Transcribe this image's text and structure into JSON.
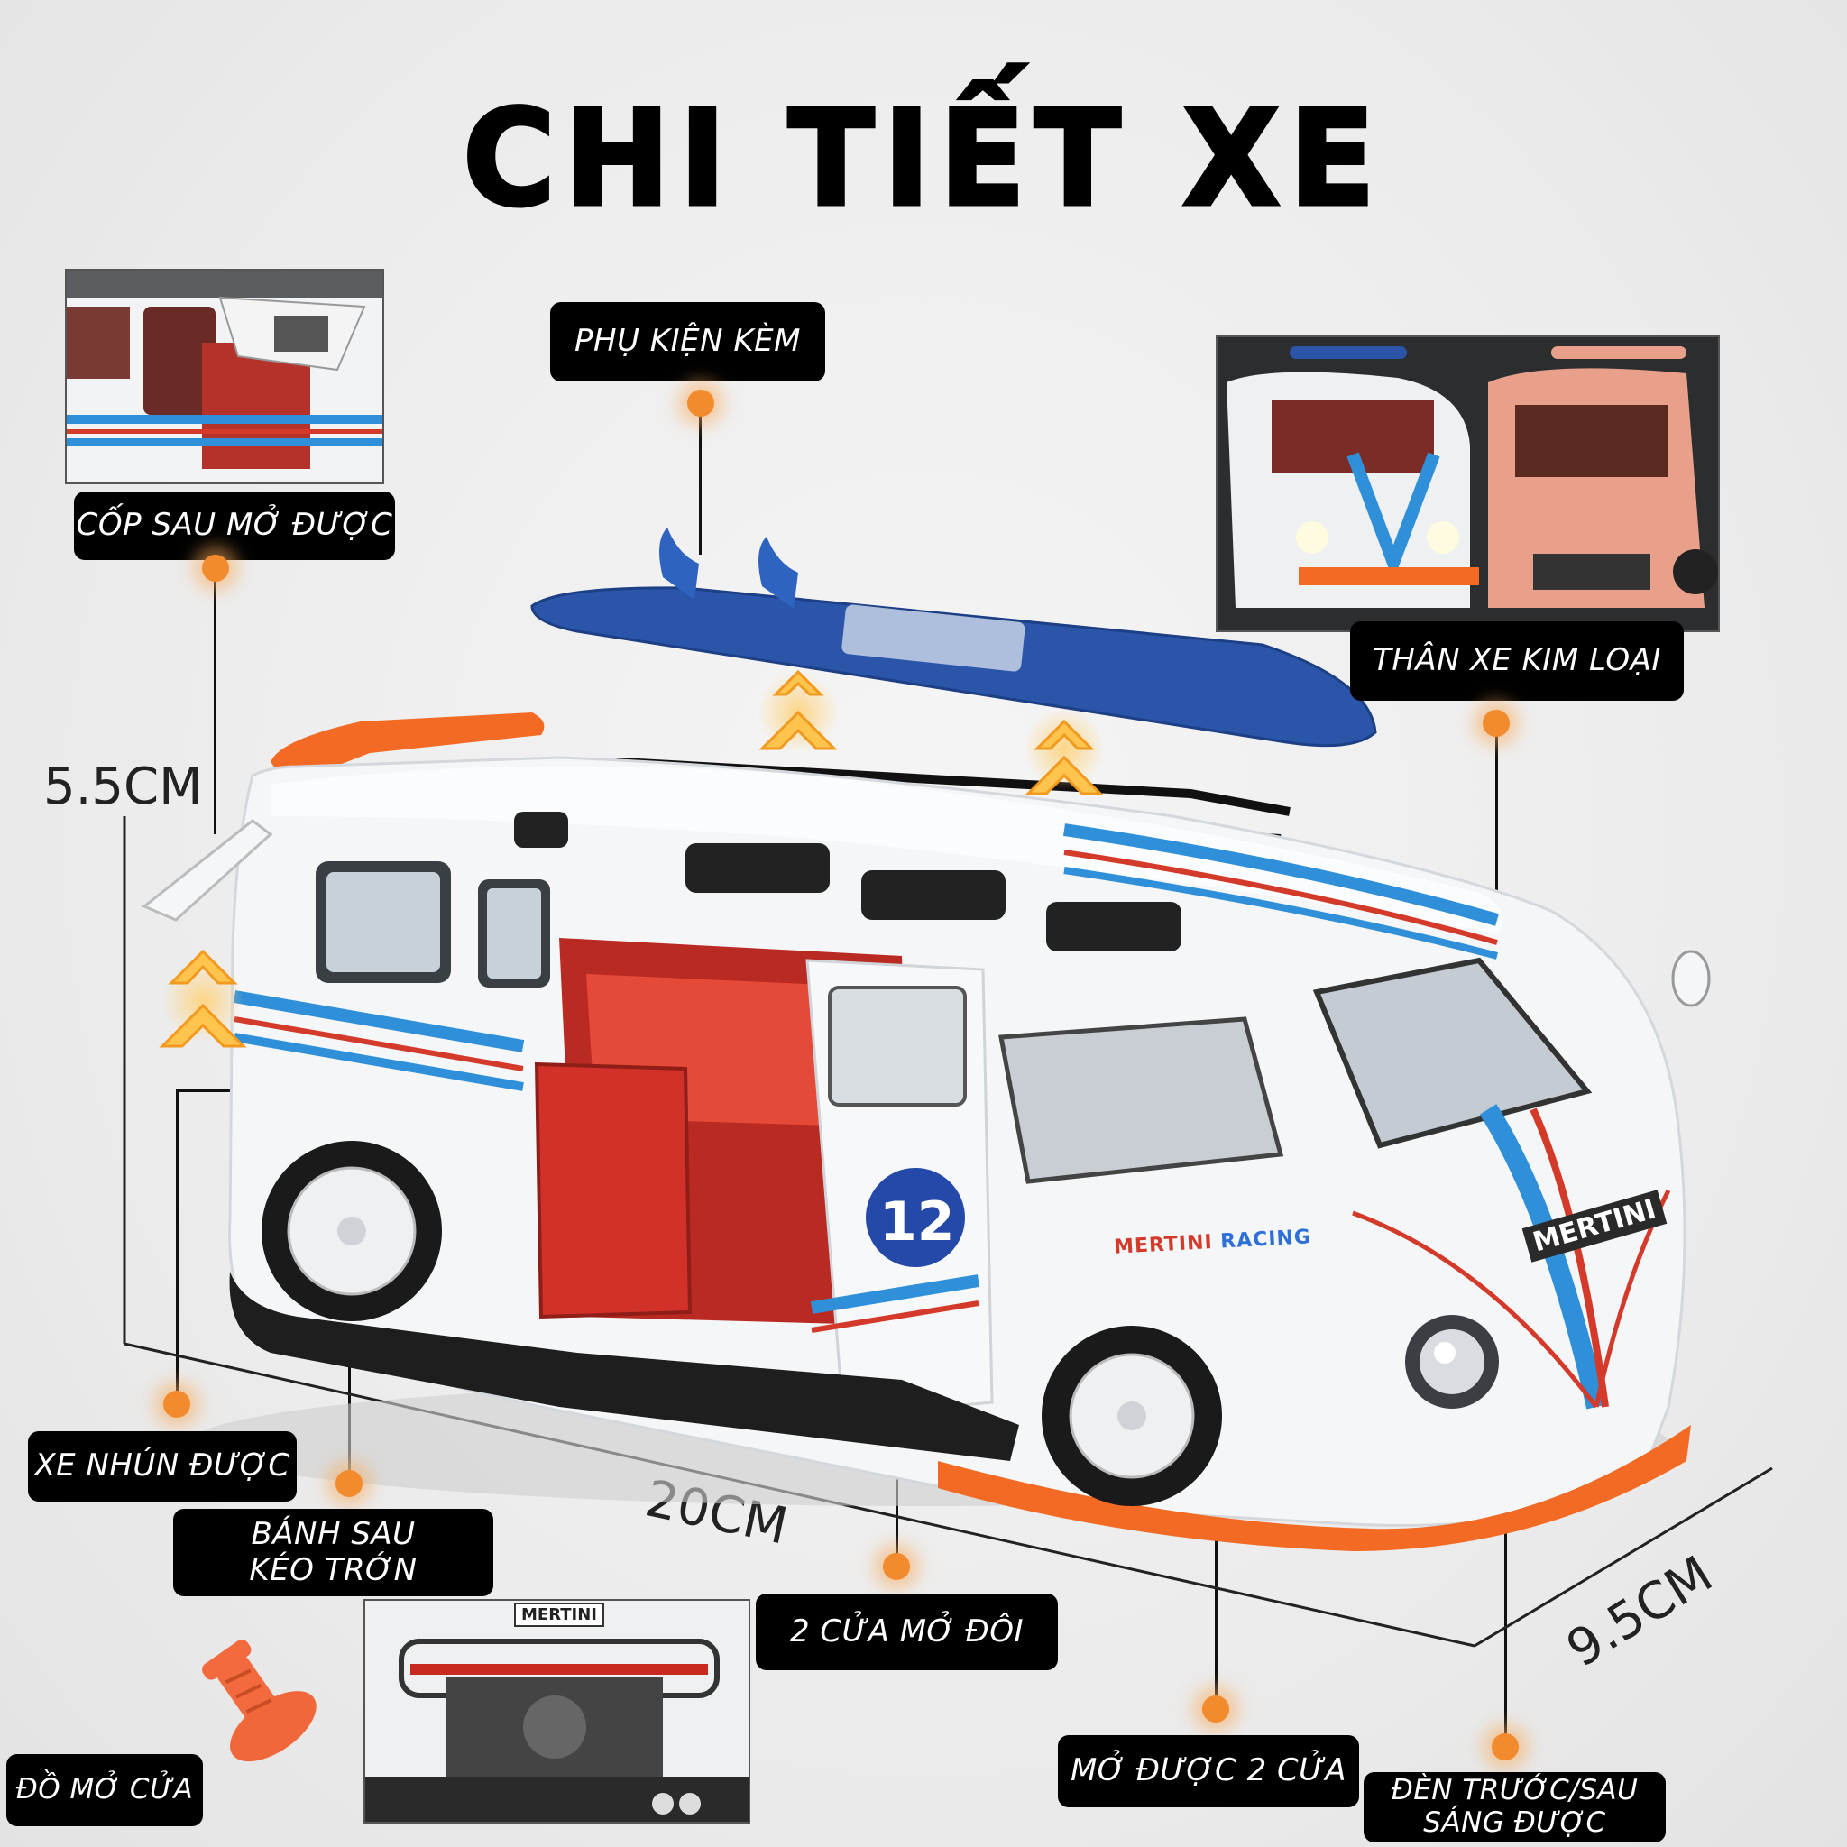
{
  "title": "CHI TIẾT XE",
  "labels": {
    "phu_kien": "PHỤ KIỆN KÈM",
    "cop_sau": "CỐP SAU MỞ ĐƯỢC",
    "than_xe": "THÂN XE KIM LOẠI",
    "xe_nhun": "XE NHÚN ĐƯỢC",
    "banh_sau_1": "BÁNH SAU",
    "banh_sau_2": "KÉO TRỚN",
    "hai_cua": "2 CỬA MỞ ĐÔI",
    "mo_2_cua": "MỞ ĐƯỢC 2 CỬA",
    "den_1": "ĐÈN TRƯỚC/SAU",
    "den_2": "SÁNG ĐƯỢC",
    "do_mo_cua": "ĐỒ MỞ CỬA"
  },
  "dimensions": {
    "height": "5.5CM",
    "length": "20CM",
    "width": "9.5CM"
  },
  "car_text": {
    "number": "12",
    "brand": "MERTINI",
    "side_text_1": "MERTINI",
    "side_text_2": "RACING",
    "rear_plate": "MERTINI"
  },
  "colors": {
    "accent_orange": "#f28a2e",
    "body_white": "#f4f6f8",
    "stripe_blue": "#2f8fd8",
    "stripe_red": "#d33a2a",
    "surfboard": "#2b55a8"
  }
}
